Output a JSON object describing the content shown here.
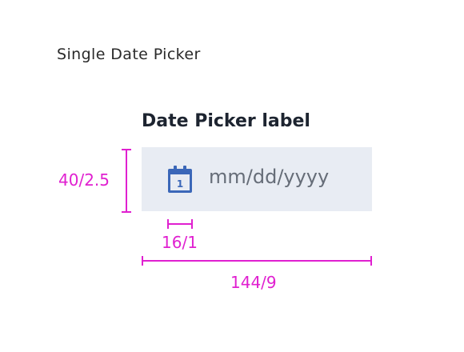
{
  "page": {
    "title": "Single Date Picker"
  },
  "date_picker": {
    "label": "Date Picker label",
    "placeholder": "mm/dd/yyyy",
    "icon": "calendar-icon",
    "icon_day": "1",
    "background_color": "#e8ecf3"
  },
  "measurements": {
    "height_label": "40/2.5",
    "icon_width_label": "16/1",
    "width_label": "144/9",
    "color": "#e020d0"
  }
}
